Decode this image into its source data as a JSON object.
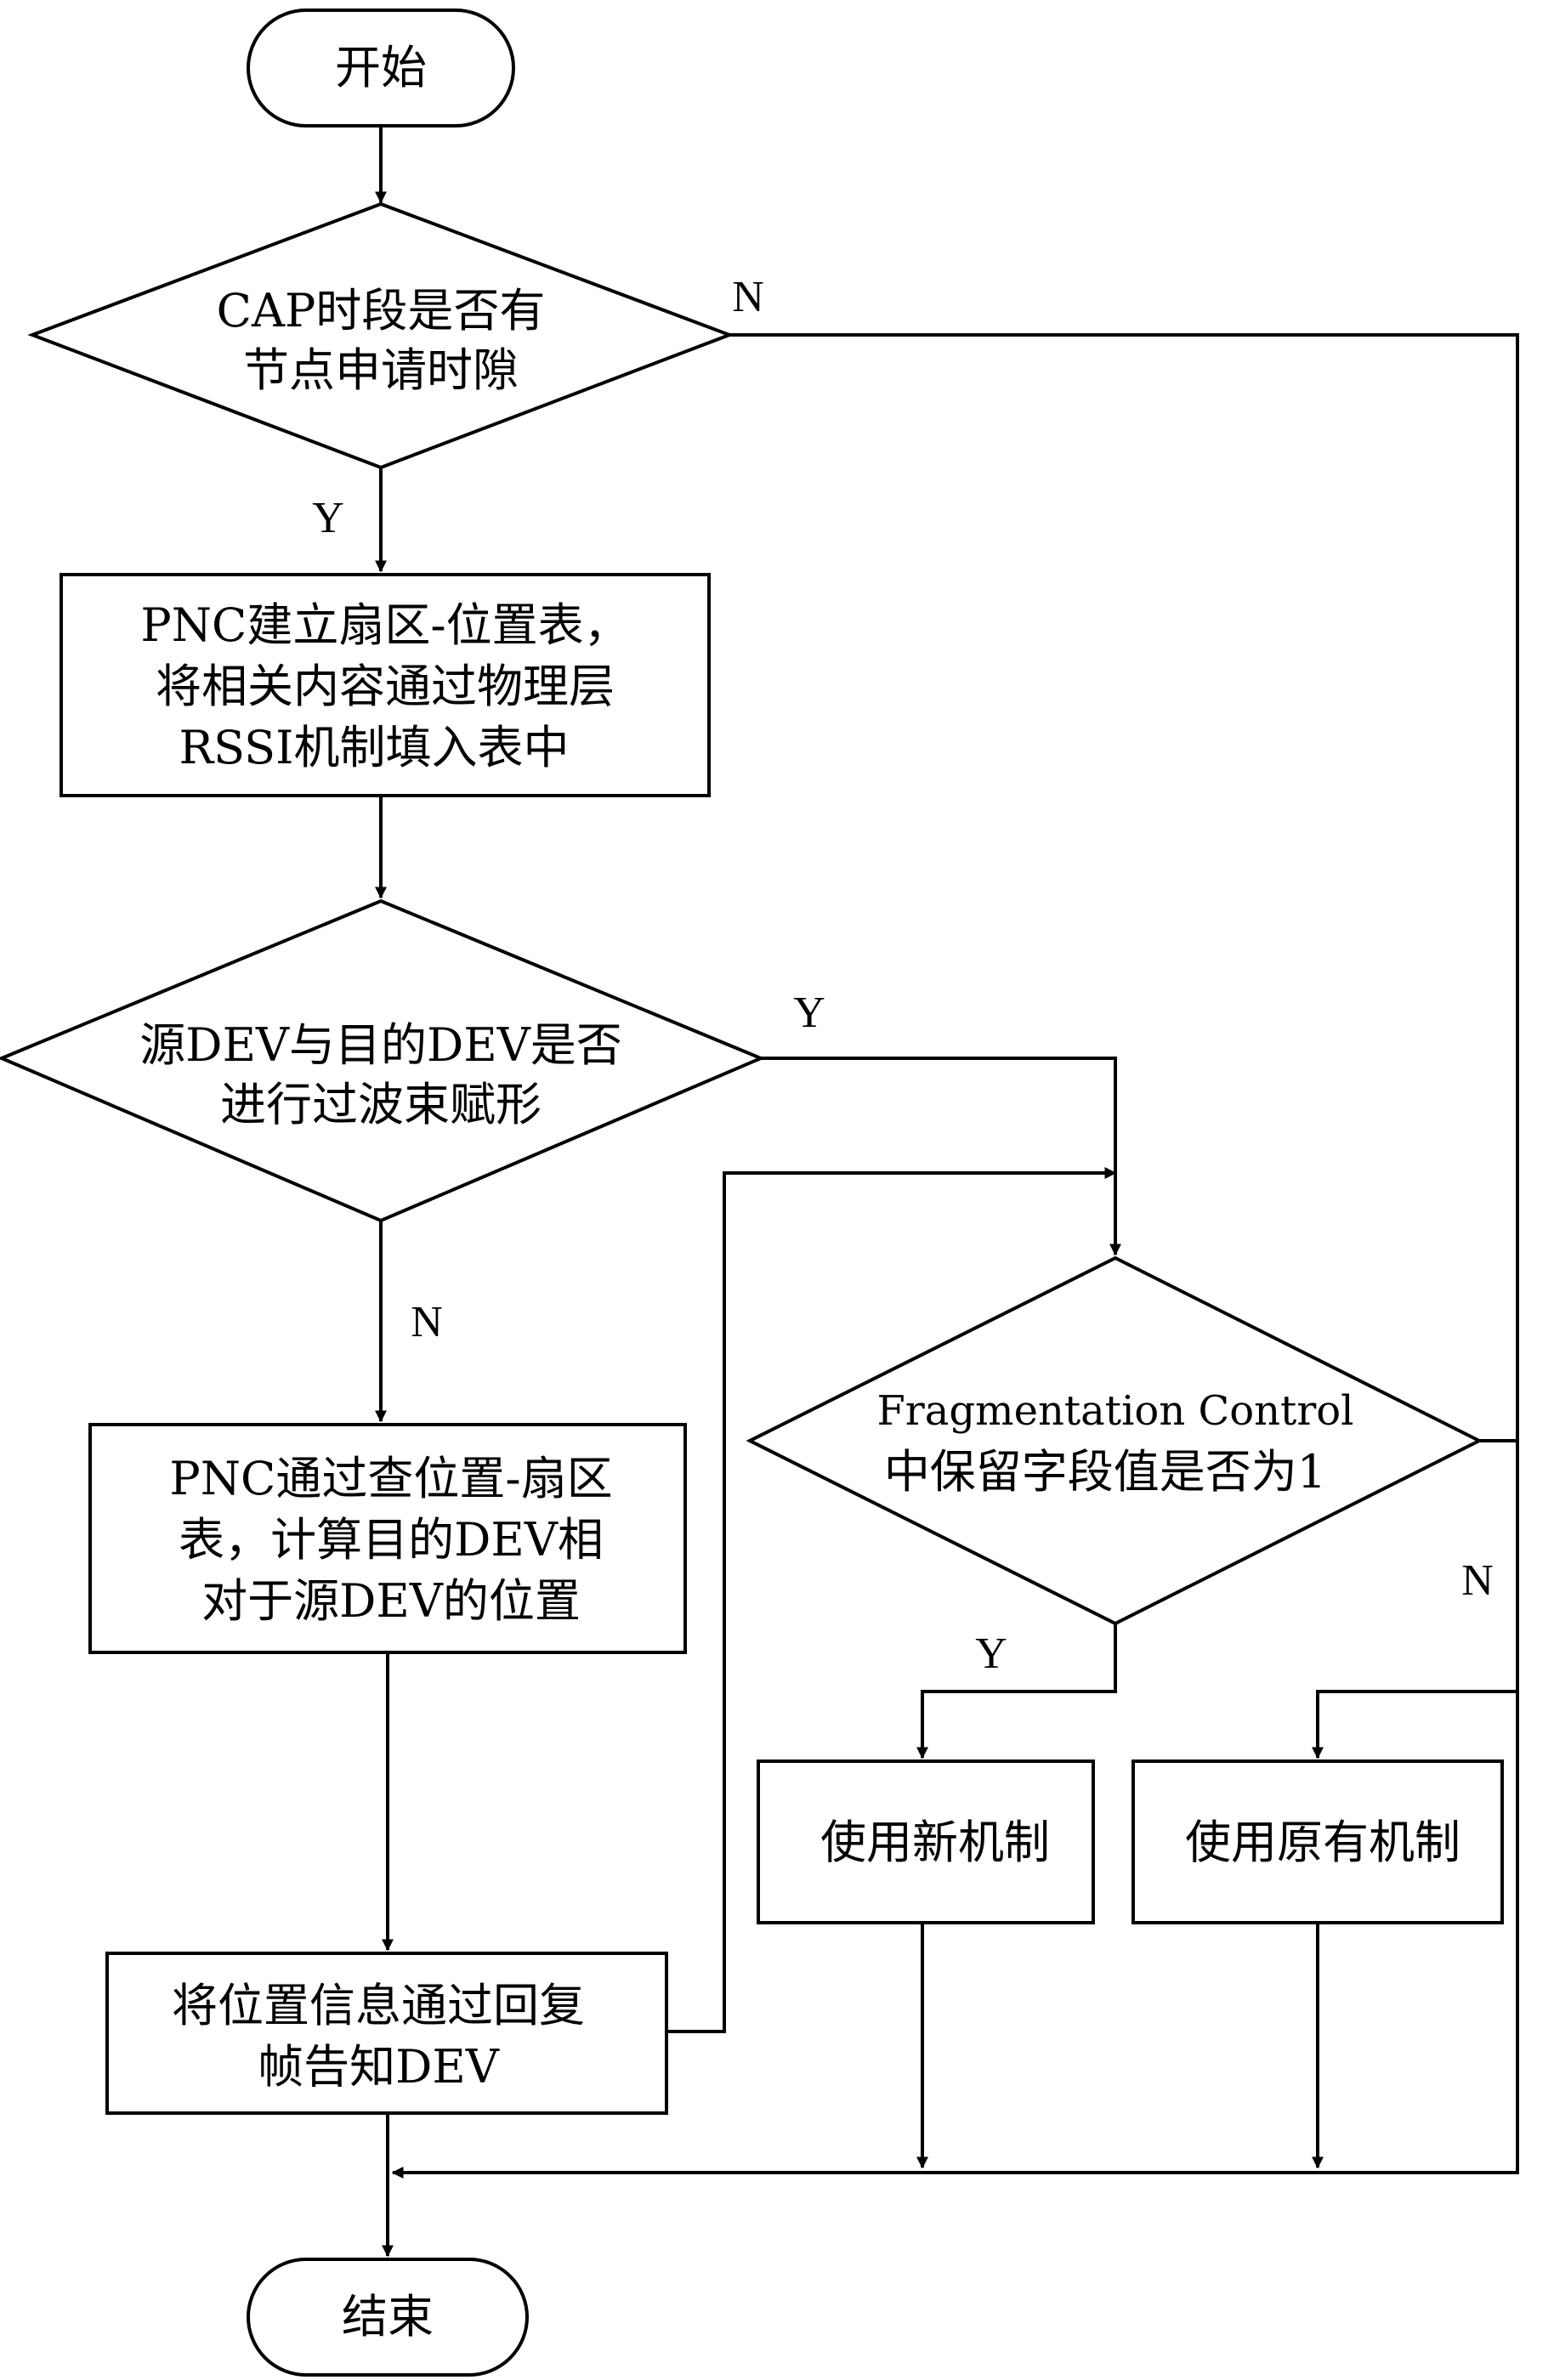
{
  "nodes": {
    "start": {
      "text": "开始"
    },
    "cap_check": {
      "line1": "CAP时段是否有",
      "line2": "节点申请时隙"
    },
    "pnc_build": {
      "line1": "PNC建立扇区-位置表，",
      "line2": "将相关内容通过物理层",
      "line3": "RSSI机制填入表中"
    },
    "beam_check": {
      "line1": "源DEV与目的DEV是否",
      "line2": "进行过波束赋形"
    },
    "pnc_lookup": {
      "line1": "PNC通过查位置-扇区",
      "line2": "表，计算目的DEV相",
      "line3": "对于源DEV的位置"
    },
    "reply": {
      "line1": "将位置信息通过回复",
      "line2": "帧告知DEV"
    },
    "frag_check": {
      "line1": "Fragmentation Control",
      "line2": "中保留字段值是否为1"
    },
    "new_mech": {
      "text": "使用新机制"
    },
    "old_mech": {
      "text": "使用原有机制"
    },
    "end": {
      "text": "结束"
    }
  },
  "edge_labels": {
    "cap_no": "N",
    "cap_yes": "Y",
    "beam_yes": "Y",
    "beam_no": "N",
    "frag_no": "N",
    "frag_yes": "Y"
  },
  "colors": {
    "stroke": "#000000",
    "background": "#ffffff"
  }
}
